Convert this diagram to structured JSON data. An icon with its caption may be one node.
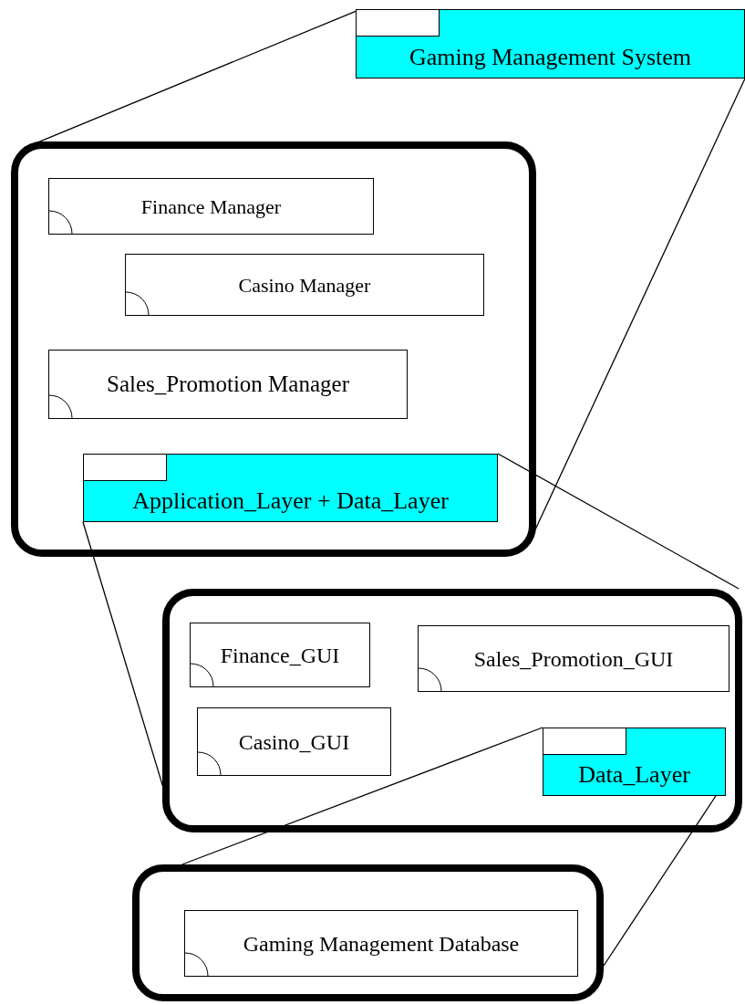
{
  "diagram": {
    "nodes": [
      {
        "text": [
          "Gaming Management System"
        ]
      },
      {
        "text": [],
        "shape": "box"
      },
      {
        "text": [
          "Finance Manager"
        ],
        "in": 1
      },
      {
        "text": [
          "Casino Manager"
        ],
        "in": 1
      },
      {
        "text": [
          "Sales_Promotion Manager"
        ],
        "in": 1
      },
      {
        "text": [
          "Application_Layer + Data_Layer"
        ],
        "in": 1
      },
      {
        "text": [],
        "shape": "box"
      },
      {
        "text": [
          "Finance_GUI"
        ],
        "in": 6
      },
      {
        "text": [
          "Sales_Promotion_GUI"
        ],
        "in": 6
      },
      {
        "text": [
          "Casino_GUI"
        ],
        "in": 6
      },
      {
        "text": [
          "Data_Layer"
        ],
        "in": 6
      },
      {
        "text": [],
        "shape": "box"
      },
      {
        "text": [
          "Gaming Management Database"
        ],
        "in": 11
      }
    ],
    "edges": [
      {
        "from": 0,
        "to": 1,
        "arrow": "none"
      },
      {
        "from": 0,
        "to": 1,
        "arrow": "none"
      },
      {
        "from": 5,
        "to": 6,
        "arrow": "none"
      },
      {
        "from": 5,
        "to": 6,
        "arrow": "none"
      },
      {
        "from": 10,
        "to": 11,
        "arrow": "none"
      },
      {
        "from": 10,
        "to": 11,
        "arrow": "none"
      }
    ]
  }
}
